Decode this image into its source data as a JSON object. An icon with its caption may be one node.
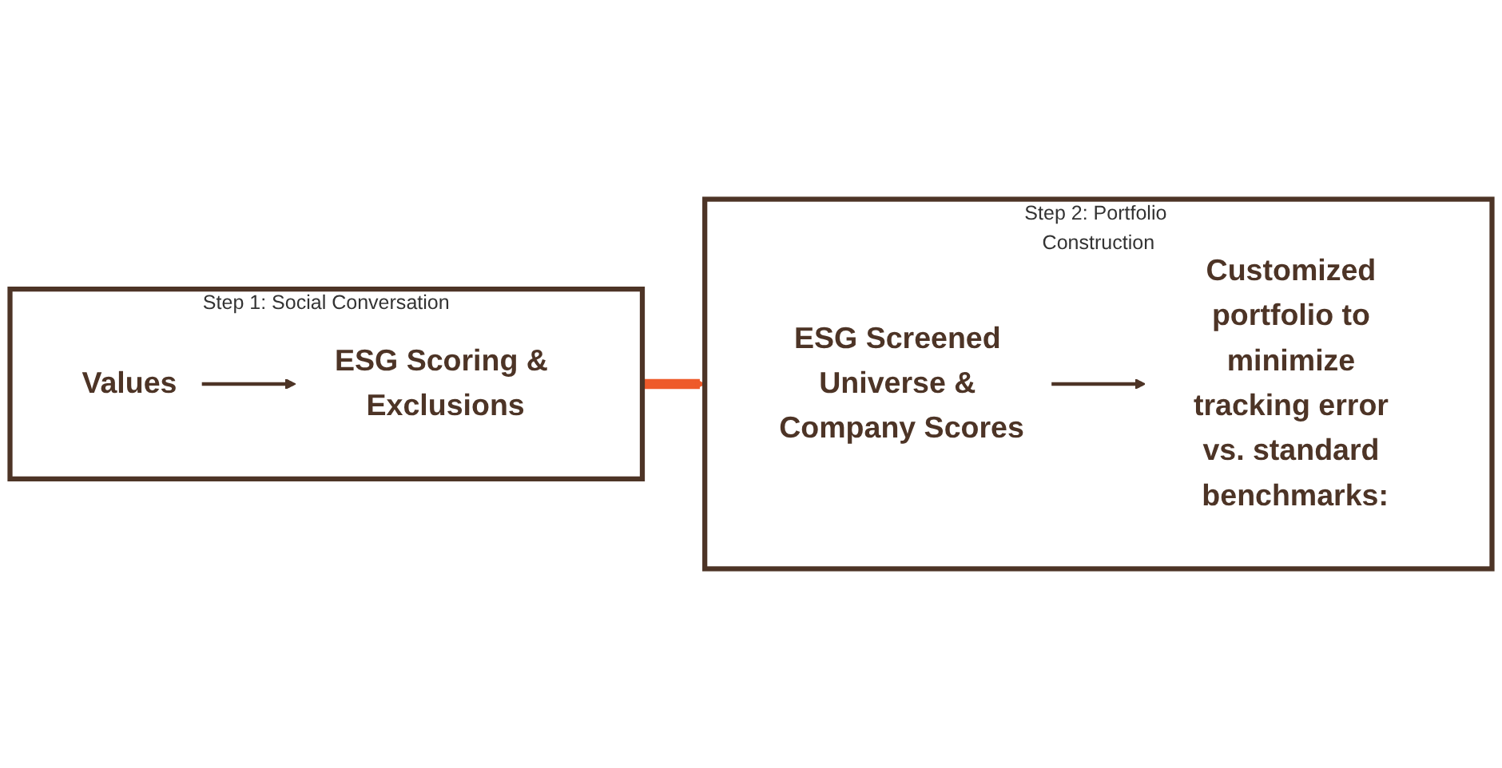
{
  "diagram": {
    "nodes": [
      {
        "text": [
          "Step 1: Social Conversation"
        ]
      },
      {
        "text": [
          "Values"
        ],
        "in": 0
      },
      {
        "text": [
          "ESG Scoring & Exclusions"
        ],
        "in": 0
      },
      {
        "text": [
          "Step 2: Portfolio Construction"
        ]
      },
      {
        "text": [
          "ESG Screened Universe & Company Scores"
        ],
        "in": 3
      },
      {
        "text": [
          "Customized portfolio to minimize tracking error vs. standard benchmarks:"
        ],
        "in": 3
      }
    ],
    "edges": [
      {
        "from": 1,
        "to": 2,
        "arrow": "to"
      },
      {
        "from": 0,
        "to": 3,
        "arrow": "to",
        "style": "thick",
        "color": "#ee5a2a"
      },
      {
        "from": 4,
        "to": 5,
        "arrow": "to"
      }
    ]
  }
}
